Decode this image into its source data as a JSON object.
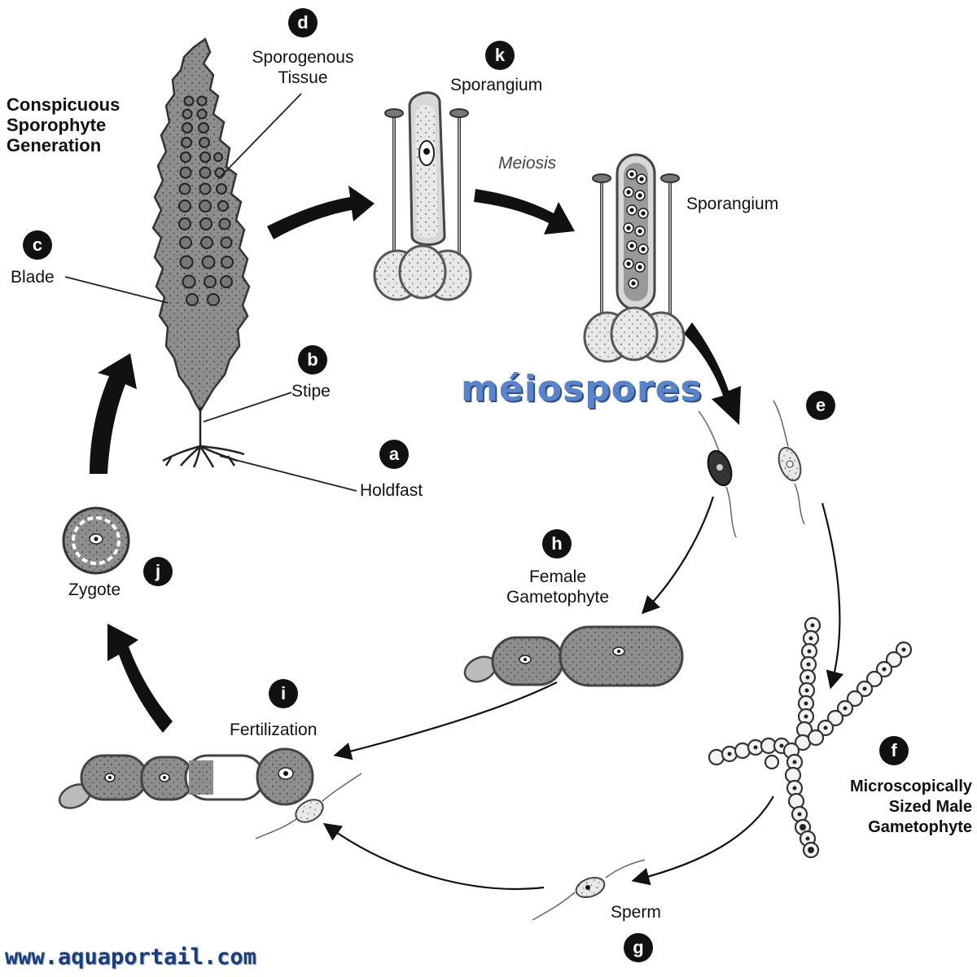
{
  "labels": {
    "generation": [
      "Conspicuous",
      "Sporophyte",
      "Generation"
    ],
    "sporogenous_tissue": [
      "Sporogenous",
      "Tissue"
    ],
    "sporangium_top": "Sporangium",
    "meiosis": "Meiosis",
    "sporangium_right": "Sporangium",
    "blade": "Blade",
    "stipe": "Stipe",
    "holdfast": "Holdfast",
    "meiospores": "méiospores",
    "female_gametophyte": [
      "Female",
      "Gametophyte"
    ],
    "zygote": "Zygote",
    "fertilization": "Fertilization",
    "male_gametophyte": [
      "Microscopically",
      "Sized Male",
      "Gametophyte"
    ],
    "sperm": "Sperm"
  },
  "badges": {
    "a": "a",
    "b": "b",
    "c": "c",
    "d": "d",
    "e": "e",
    "f": "f",
    "g": "g",
    "h": "h",
    "i": "i",
    "j": "j",
    "k": "k"
  },
  "watermark": "www.aquaportail.com",
  "colors": {
    "tissue_fill": "#8e8e8e",
    "cell_fill": "#cfcfcf",
    "outline": "#3a3a3a",
    "highlight_text": "#5b84c8",
    "watermark_text": "#1b3d78"
  }
}
